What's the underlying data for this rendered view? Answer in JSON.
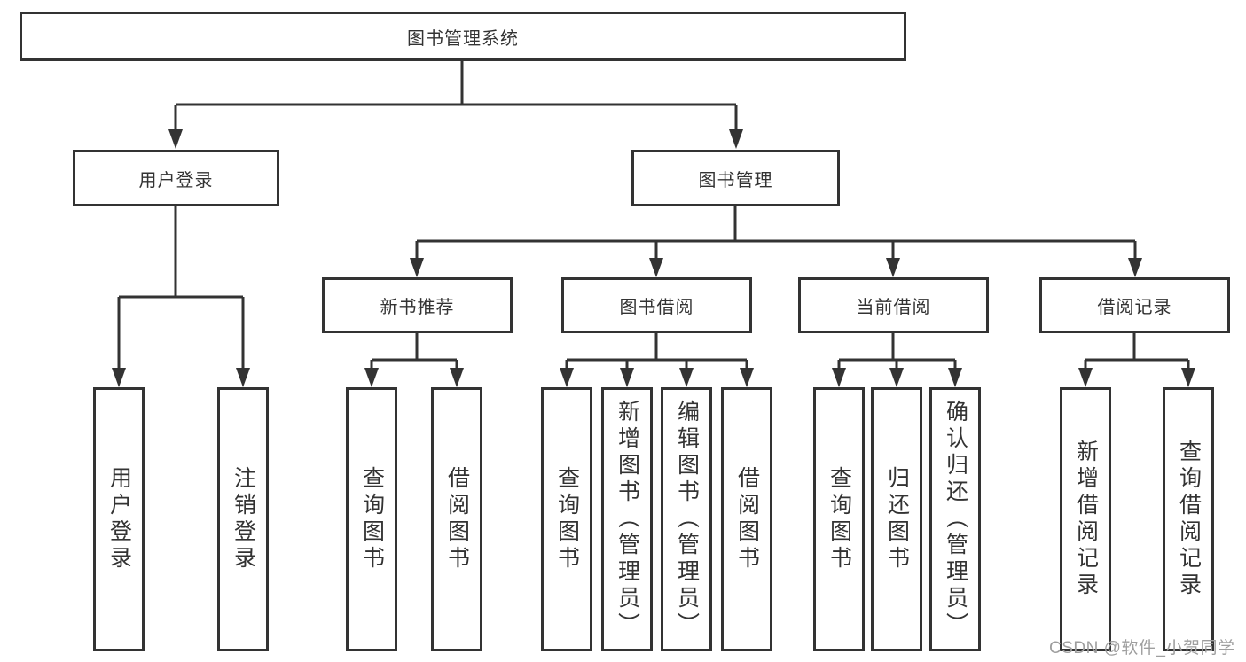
{
  "diagram": {
    "title": "图书管理系统",
    "nodes": {
      "root": "图书管理系统",
      "user_login": "用户登录",
      "book_management": "图书管理",
      "new_book_recommend": "新书推荐",
      "book_borrowing": "图书借阅",
      "current_borrowing": "当前借阅",
      "borrow_records": "借阅记录",
      "leaf_user_login": "用户登录",
      "leaf_logout": "注销登录",
      "leaf_query_books_1": "查询图书",
      "leaf_borrow_books_1": "借阅图书",
      "leaf_query_books_2": "查询图书",
      "leaf_add_book_admin": "新增图书（管理员）",
      "leaf_edit_book_admin": "编辑图书（管理员）",
      "leaf_borrow_books_2": "借阅图书",
      "leaf_query_books_3": "查询图书",
      "leaf_return_books": "归还图书",
      "leaf_confirm_return_admin": "确认归还（管理员）",
      "leaf_add_borrow_record": "新增借阅记录",
      "leaf_query_borrow_record": "查询借阅记录"
    },
    "colors": {
      "line": "#333333",
      "text": "#333333",
      "box_background": "#ffffff",
      "watermark": "#9e9e9e",
      "background": "#ffffff"
    }
  },
  "watermark": {
    "text": "CSDN @软件_小贺同学"
  }
}
